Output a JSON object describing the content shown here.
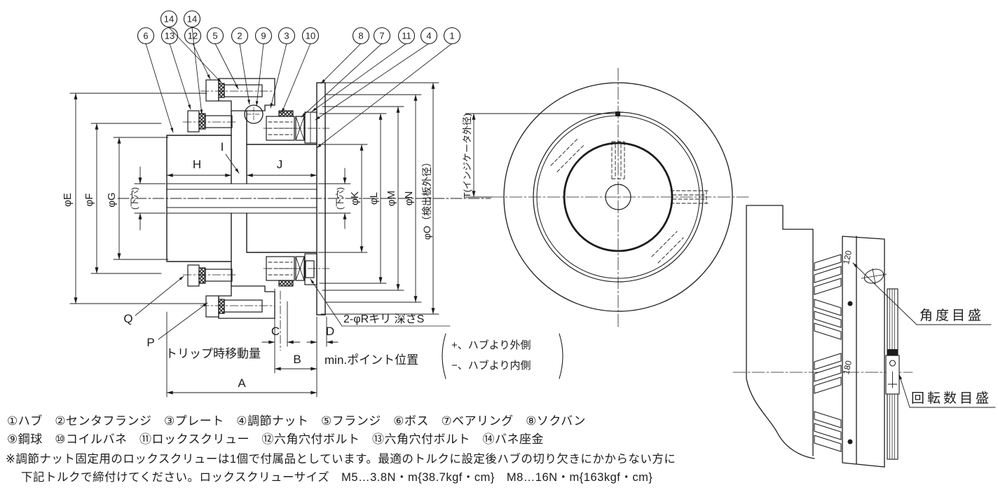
{
  "view": {
    "bg": "#ffffff",
    "ink": "#1c1c1c"
  },
  "section_view": {
    "callouts_row1": [
      "14",
      "14"
    ],
    "callouts_row2": [
      "6",
      "13",
      "12",
      "5",
      "2",
      "9",
      "3",
      "10",
      "8",
      "7",
      "11",
      "4",
      "1"
    ],
    "dims": {
      "phi_e": "φE",
      "phi_f": "φF",
      "phi_g": "φG",
      "pilot_left": "(下穴)",
      "pilot_right": "(下穴)",
      "phi_k": "φK",
      "phi_l": "φL",
      "phi_m": "φM",
      "phi_n": "φN",
      "phi_o": "φO（検出板外径）",
      "t": "T(インジケータ外径)",
      "h": "H",
      "i": "I",
      "j": "J",
      "q": "Q",
      "p": "P",
      "a": "A",
      "b": "B",
      "c": "C",
      "d": "D"
    },
    "labels": {
      "trip": "トリップ時移動量",
      "drill": "2-φRキリ 深さS",
      "min_point": "min.ポイント位置",
      "min_point_plus": "+、ハブより外側",
      "min_point_minus": "−、ハブより内側"
    }
  },
  "side_view": {
    "angle_scale_label": "角度目盛",
    "rotation_scale_label": "回転数目盛",
    "scale_mark_120": "120",
    "scale_mark_180": "180"
  },
  "legend": {
    "line1": "①ハブ　②センタフランジ　③プレート　④調節ナット　⑤フランジ　⑥ボス　⑦ベアリング　⑧ソクバン",
    "line2": "⑨鋼球　⑩コイルバネ　⑪ロックスクリュー　⑫六角穴付ボルト　⑬六角穴付ボルト　⑭バネ座金"
  },
  "notes": {
    "line1": "※調節ナット固定用のロックスクリューは1個で付属品としています。最適のトルクに設定後ハブの切り欠きにかからない方に",
    "line2": "下記トルクで締付けてください。ロックスクリューサイズ　M5…3.8N・m{38.7kgf・cm}　M8…16N・m{163kgf・cm}"
  }
}
